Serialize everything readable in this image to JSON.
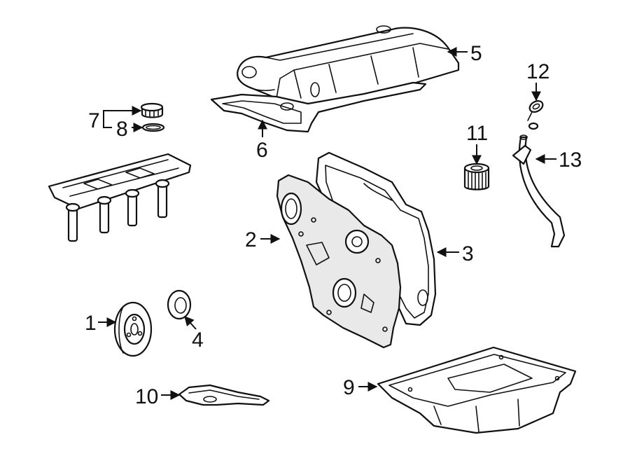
{
  "callouts": [
    {
      "id": "1",
      "label": "1"
    },
    {
      "id": "2",
      "label": "2"
    },
    {
      "id": "3",
      "label": "3"
    },
    {
      "id": "4",
      "label": "4"
    },
    {
      "id": "5",
      "label": "5"
    },
    {
      "id": "6",
      "label": "6"
    },
    {
      "id": "7",
      "label": "7"
    },
    {
      "id": "8",
      "label": "8"
    },
    {
      "id": "9",
      "label": "9"
    },
    {
      "id": "10",
      "label": "10"
    },
    {
      "id": "11",
      "label": "11"
    },
    {
      "id": "12",
      "label": "12"
    },
    {
      "id": "13",
      "label": "13"
    }
  ],
  "colors": {
    "line": "#111111",
    "background": "#ffffff",
    "shade": "#e9e9e9"
  }
}
